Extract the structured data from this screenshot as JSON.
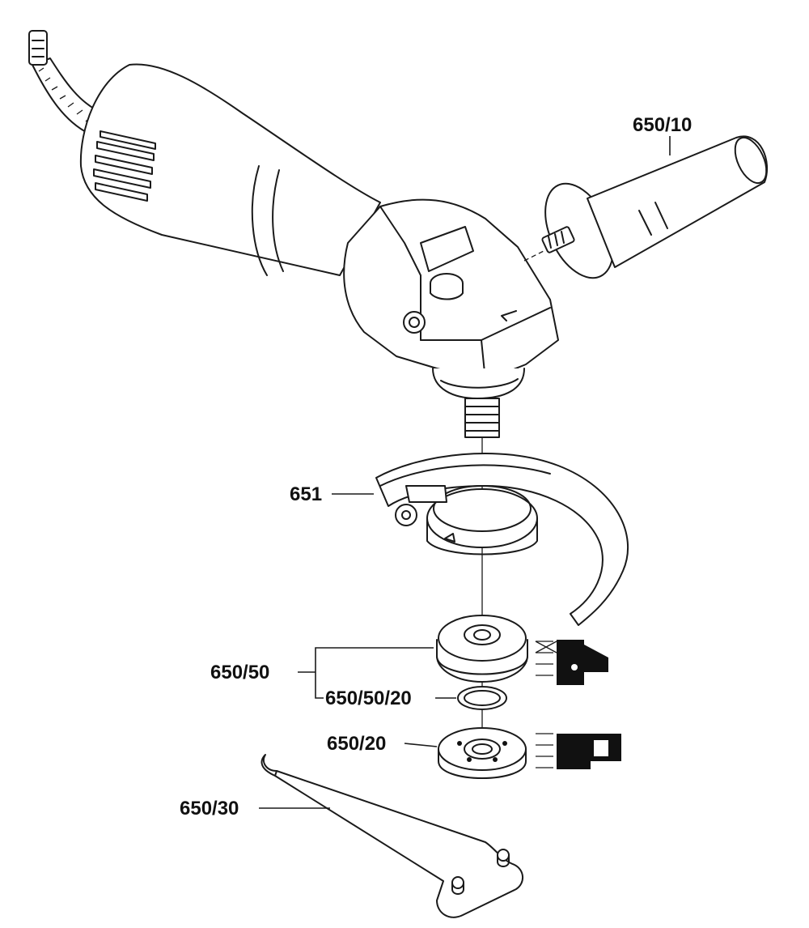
{
  "parts": {
    "handle": "650/10",
    "guard": "651",
    "flange_group": "650/50",
    "o_ring": "650/50/20",
    "clamping_nut": "650/20",
    "spanner": "650/30"
  },
  "colors": {
    "ink": "#1a1a1a",
    "paper": "#ffffff"
  }
}
